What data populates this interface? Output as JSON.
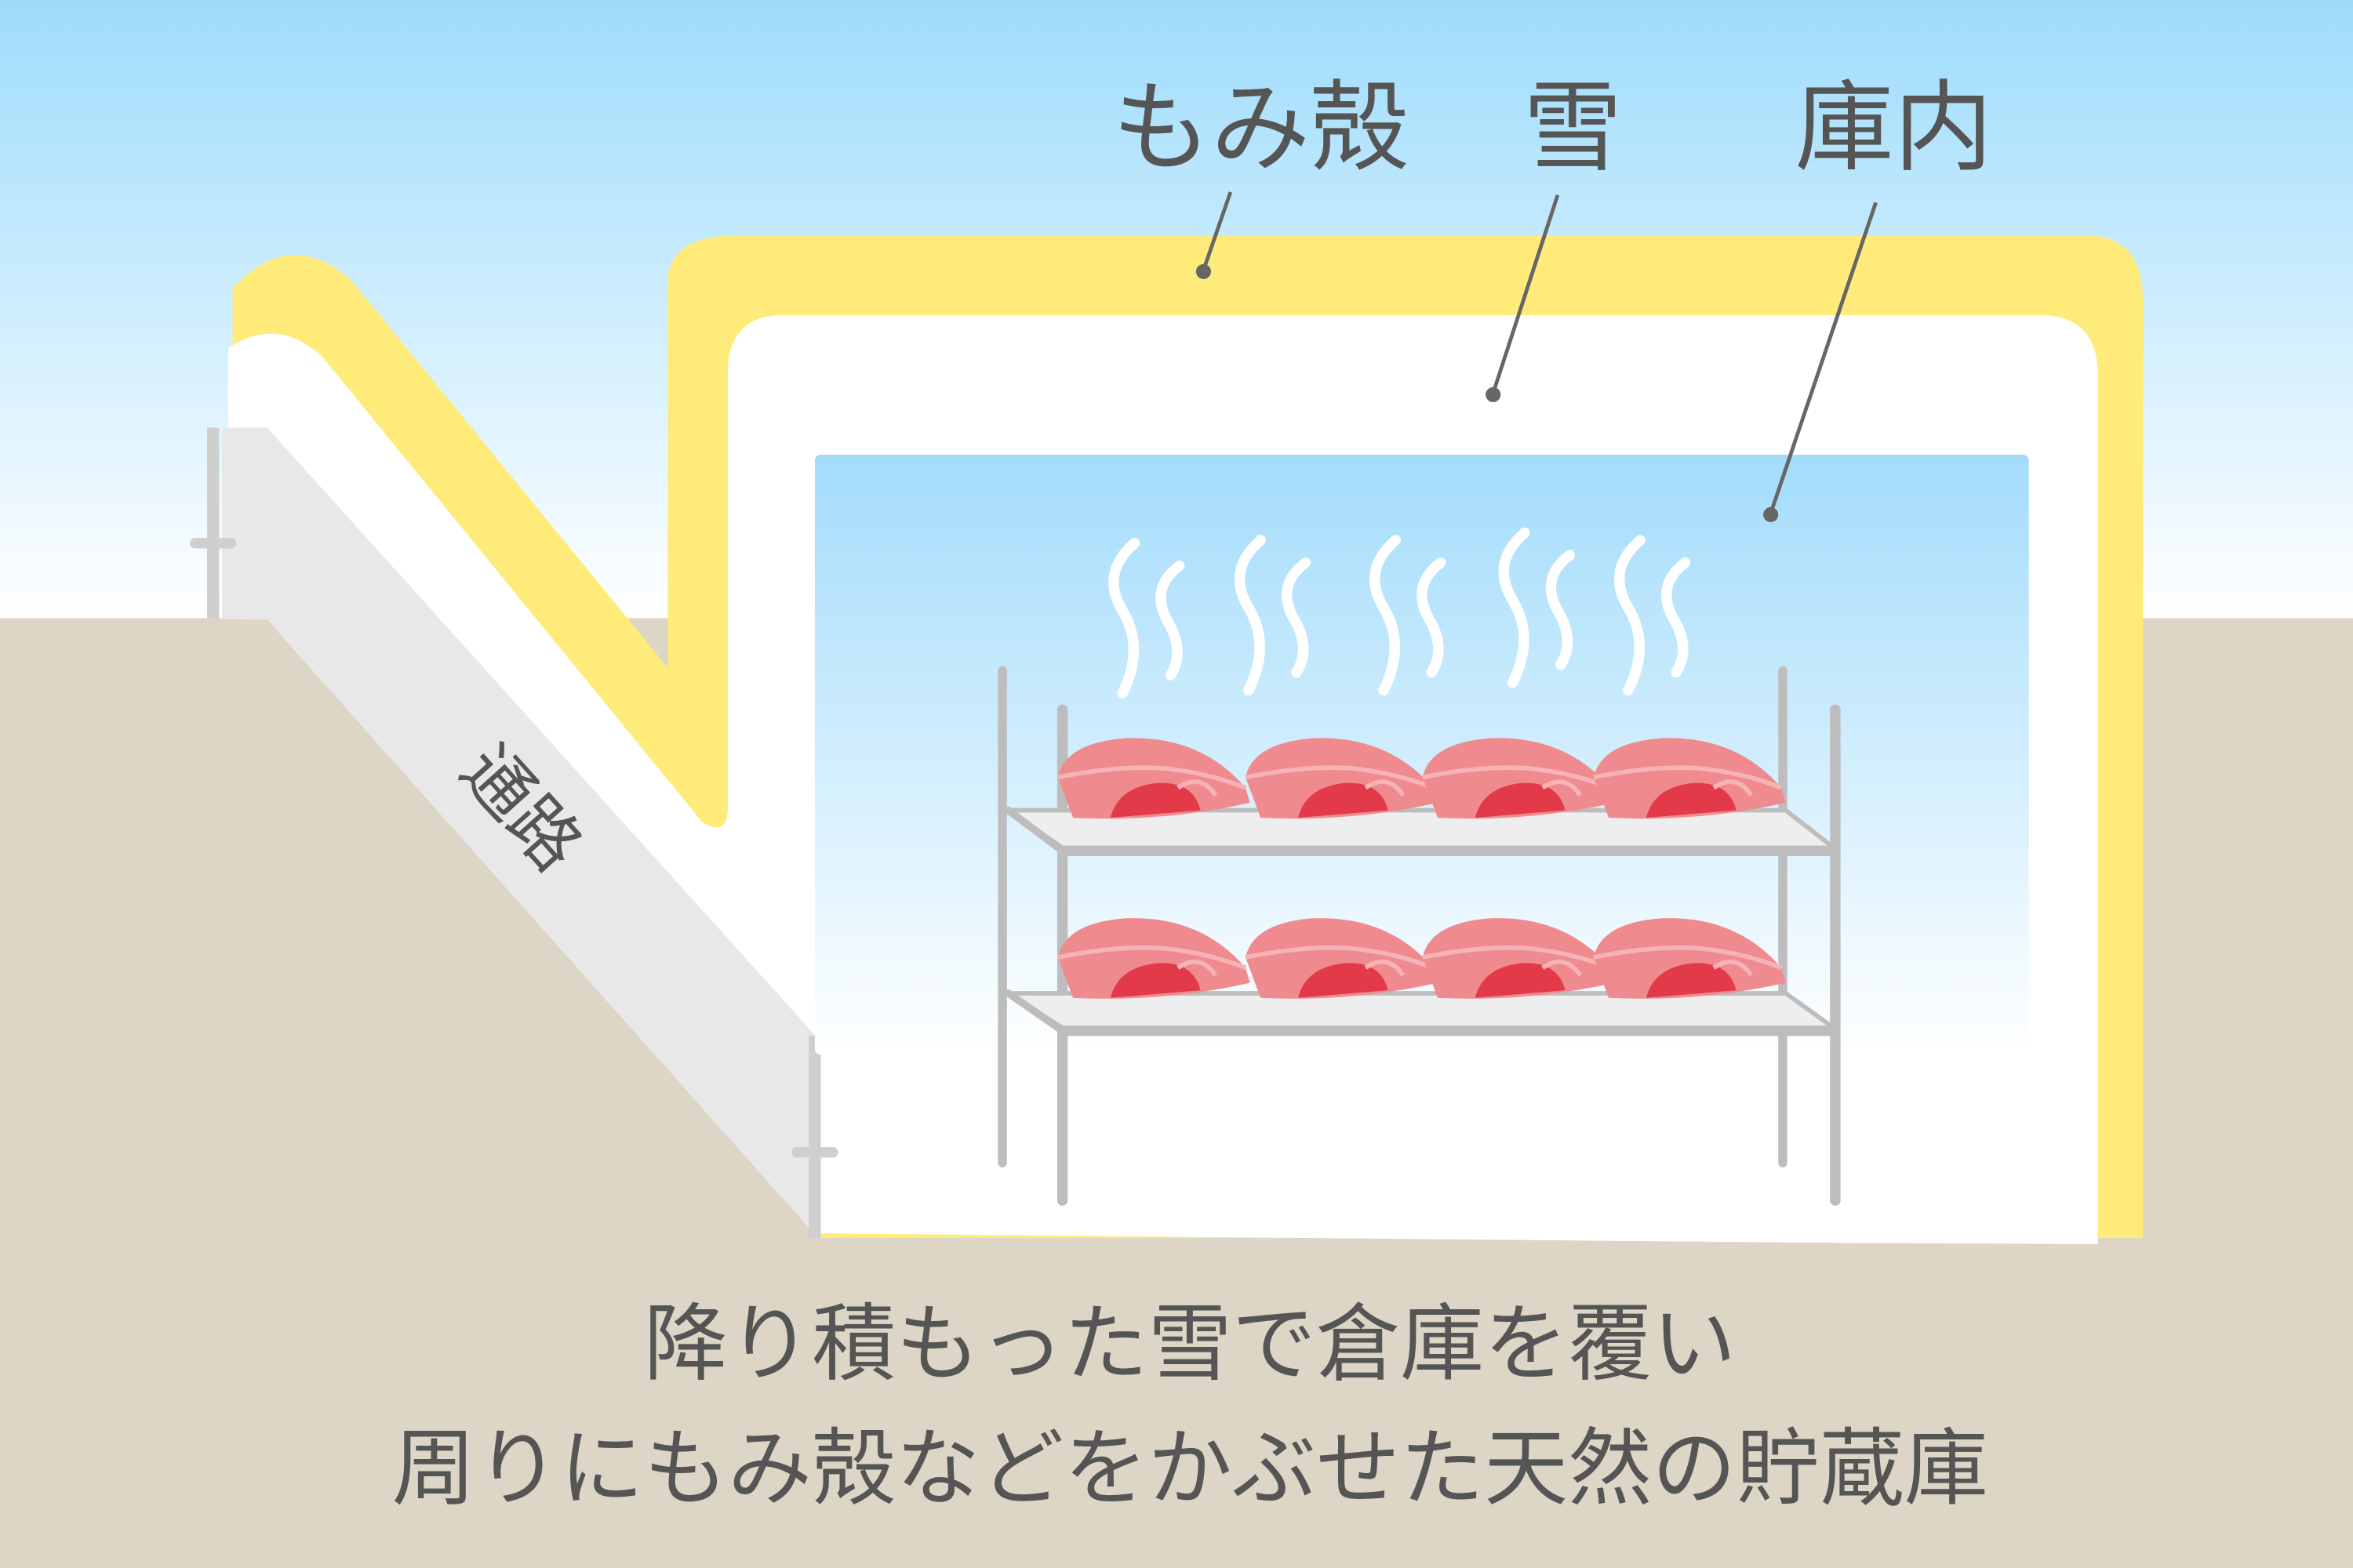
{
  "labels": {
    "husk": "もみ殻",
    "snow": "雪",
    "interior": "庫内",
    "passage": "通路"
  },
  "caption": {
    "line1": "降り積もった雪で倉庫を覆い",
    "line2": "周りにもみ殻などをかぶせた天然の貯蔵庫"
  },
  "colors": {
    "sky": "#9edcfc",
    "ground": "#ddd5c5",
    "husk": "#ffeb7a",
    "snow": "#ffffff",
    "passage": "#e8e8e8",
    "shelf": "#bdbdbd",
    "meat": "#ef8a8f",
    "meat_red": "#e23a48",
    "text": "#555555"
  }
}
